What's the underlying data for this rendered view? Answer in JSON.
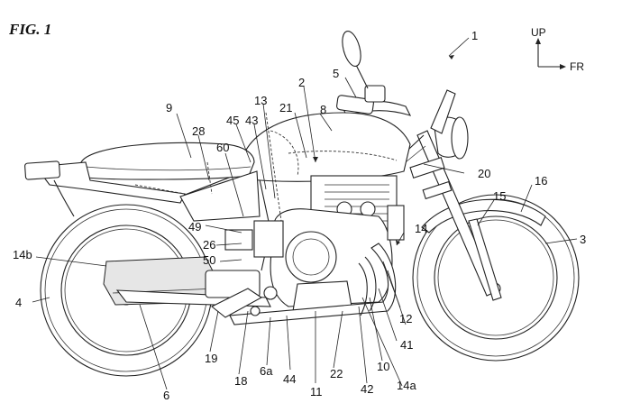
{
  "figure_title": "FIG. 1",
  "direction_indicator": {
    "up": "UP",
    "forward": "FR"
  },
  "labels": [
    {
      "id": "l1",
      "text": "1"
    },
    {
      "id": "l2",
      "text": "2"
    },
    {
      "id": "l3",
      "text": "3"
    },
    {
      "id": "l4",
      "text": "4"
    },
    {
      "id": "l5",
      "text": "5"
    },
    {
      "id": "l6",
      "text": "6"
    },
    {
      "id": "l6a",
      "text": "6a"
    },
    {
      "id": "l8",
      "text": "8"
    },
    {
      "id": "l9",
      "text": "9"
    },
    {
      "id": "l10",
      "text": "10"
    },
    {
      "id": "l11",
      "text": "11"
    },
    {
      "id": "l12",
      "text": "12"
    },
    {
      "id": "l13",
      "text": "13"
    },
    {
      "id": "l14",
      "text": "14"
    },
    {
      "id": "l14a",
      "text": "14a"
    },
    {
      "id": "l14b",
      "text": "14b"
    },
    {
      "id": "l15",
      "text": "15"
    },
    {
      "id": "l16",
      "text": "16"
    },
    {
      "id": "l18",
      "text": "18"
    },
    {
      "id": "l19",
      "text": "19"
    },
    {
      "id": "l20",
      "text": "20"
    },
    {
      "id": "l21",
      "text": "21"
    },
    {
      "id": "l22",
      "text": "22"
    },
    {
      "id": "l26",
      "text": "26"
    },
    {
      "id": "l28",
      "text": "28"
    },
    {
      "id": "l41",
      "text": "41"
    },
    {
      "id": "l42",
      "text": "42"
    },
    {
      "id": "l43",
      "text": "43"
    },
    {
      "id": "l44",
      "text": "44"
    },
    {
      "id": "l45",
      "text": "45"
    },
    {
      "id": "l49",
      "text": "49"
    },
    {
      "id": "l50",
      "text": "50"
    },
    {
      "id": "l60",
      "text": "60"
    }
  ]
}
